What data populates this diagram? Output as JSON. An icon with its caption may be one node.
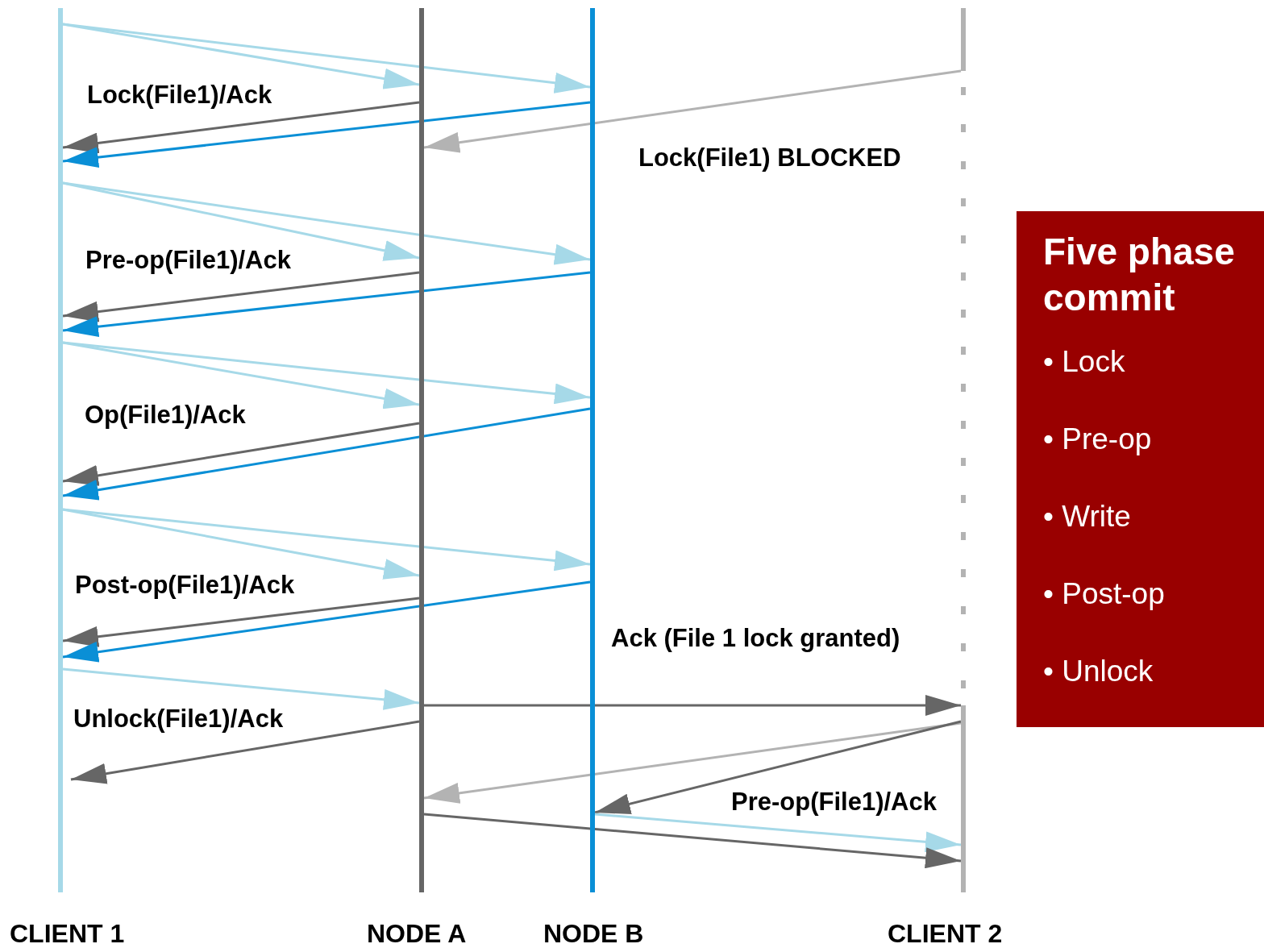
{
  "diagram": {
    "nodes": [
      {
        "text": [
          "CLIENT 1"
        ]
      },
      {
        "text": [
          "NODE A"
        ]
      },
      {
        "text": [
          "NODE B"
        ]
      },
      {
        "text": [
          "CLIENT 2"
        ]
      },
      {
        "text": [
          "Five phase commit",
          "• Lock",
          "• Pre-op",
          "• Write",
          "• Post-op",
          "• Unlock"
        ]
      }
    ],
    "edges": [
      {
        "from": 0,
        "to": 1,
        "arrow": "to",
        "color": "#a6d9e8"
      },
      {
        "from": 0,
        "to": 2,
        "arrow": "to",
        "color": "#a6d9e8"
      },
      {
        "from": 1,
        "to": 0,
        "arrow": "to",
        "color": "#666666"
      },
      {
        "from": 2,
        "to": 0,
        "arrow": "to",
        "color": "#0a8fd6"
      },
      {
        "from": 3,
        "to": 1,
        "arrow": "to",
        "color": "#b3b3b3"
      },
      {
        "from": 0,
        "to": 1,
        "arrow": "to",
        "color": "#a6d9e8"
      },
      {
        "from": 0,
        "to": 2,
        "arrow": "to",
        "color": "#a6d9e8"
      },
      {
        "from": 1,
        "to": 0,
        "arrow": "to",
        "color": "#666666"
      },
      {
        "from": 2,
        "to": 0,
        "arrow": "to",
        "color": "#0a8fd6"
      },
      {
        "from": 0,
        "to": 1,
        "arrow": "to",
        "color": "#a6d9e8"
      },
      {
        "from": 0,
        "to": 2,
        "arrow": "to",
        "color": "#a6d9e8"
      },
      {
        "from": 1,
        "to": 0,
        "arrow": "to",
        "color": "#666666"
      },
      {
        "from": 2,
        "to": 0,
        "arrow": "to",
        "color": "#0a8fd6"
      },
      {
        "from": 0,
        "to": 1,
        "arrow": "to",
        "color": "#a6d9e8"
      },
      {
        "from": 0,
        "to": 2,
        "arrow": "to",
        "color": "#a6d9e8"
      },
      {
        "from": 1,
        "to": 0,
        "arrow": "to",
        "color": "#666666"
      },
      {
        "from": 2,
        "to": 0,
        "arrow": "to",
        "color": "#0a8fd6"
      },
      {
        "from": 0,
        "to": 1,
        "arrow": "to",
        "color": "#a6d9e8"
      },
      {
        "from": 1,
        "to": 0,
        "arrow": "to",
        "color": "#666666"
      },
      {
        "from": 1,
        "to": 3,
        "arrow": "to",
        "color": "#666666"
      },
      {
        "from": 3,
        "to": 1,
        "arrow": "to",
        "color": "#b3b3b3"
      },
      {
        "from": 3,
        "to": 2,
        "arrow": "to",
        "color": "#666666"
      },
      {
        "from": 2,
        "to": 3,
        "arrow": "to",
        "color": "#a6d9e8"
      },
      {
        "from": 1,
        "to": 3,
        "arrow": "to",
        "color": "#666666"
      }
    ],
    "labels": [
      "Lock(File1)/Ack",
      "Lock(File1) BLOCKED",
      "Pre-op(File1)/Ack",
      "Op(File1)/Ack",
      "Post-op(File1)/Ack",
      "Ack (File 1 lock granted)",
      "Unlock(File1)/Ack",
      "Pre-op(File1)/Ack"
    ]
  }
}
